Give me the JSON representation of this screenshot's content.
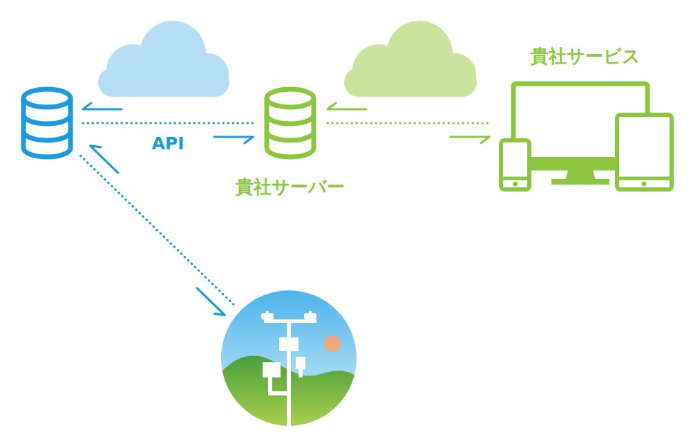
{
  "diagram": {
    "nodes": [
      {
        "text": []
      },
      {
        "text": [
          "貴社サーバー"
        ]
      },
      {
        "text": [
          "貴社サービス"
        ]
      },
      {
        "text": []
      }
    ],
    "edges": [
      {
        "from": 0,
        "to": 1,
        "arrow": "both",
        "label": "API"
      },
      {
        "from": 1,
        "to": 2,
        "arrow": "both"
      },
      {
        "from": 0,
        "to": 3,
        "arrow": "both"
      }
    ]
  }
}
